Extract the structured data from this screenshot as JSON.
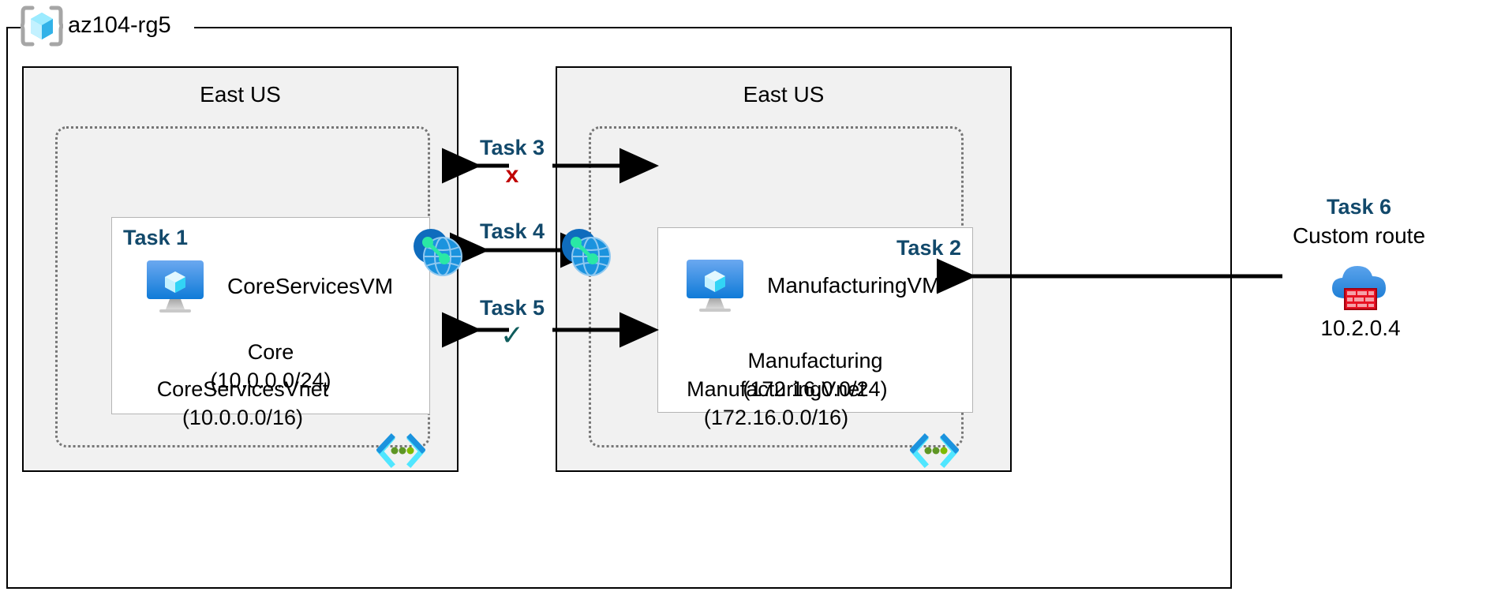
{
  "resource_group": {
    "name": "az104-rg5",
    "icon": "azure-resource-group-icon"
  },
  "regions": [
    {
      "id": "left",
      "label": "East US",
      "vnet": {
        "name": "CoreServicesVnet",
        "address_space": "(10.0.0.0/16)",
        "glyph": "vnet-brackets-icon",
        "subnet": {
          "task_tag": "Task 1",
          "vm_name": "CoreServicesVM",
          "vm_icon": "virtual-machine-icon",
          "name": "Core",
          "address_prefix": "(10.0.0.0/24)"
        }
      }
    },
    {
      "id": "right",
      "label": "East US",
      "vnet": {
        "name": "ManufacturingVnet",
        "address_space": "(172.16.0.0/16)",
        "glyph": "vnet-brackets-icon",
        "subnet": {
          "task_tag": "Task 2",
          "vm_name": "ManufacturingVM",
          "vm_icon": "virtual-machine-icon",
          "name": "Manufacturing",
          "address_prefix": "(172.16.0.0/24)"
        }
      }
    }
  ],
  "peering": {
    "left_icon": "vnet-peering-icon",
    "right_icon": "vnet-peering-icon"
  },
  "connections": [
    {
      "id": "task3",
      "label": "Task 3",
      "mark": "x",
      "mark_type": "cross",
      "mark_color": "#C00000"
    },
    {
      "id": "task4",
      "label": "Task 4",
      "mark": "",
      "mark_type": "none",
      "mark_color": ""
    },
    {
      "id": "task5",
      "label": "Task 5",
      "mark": "✓",
      "mark_type": "check",
      "mark_color": "#0F5C5C"
    }
  ],
  "custom_route": {
    "task_tag": "Task 6",
    "subtitle": "Custom route",
    "icon": "firewall-cloud-icon",
    "ip_address": "10.2.0.4"
  },
  "colors": {
    "task_blue": "#12496B",
    "region_fill": "#f1f1f1",
    "region_border": "#000000",
    "vnet_border": "#767676",
    "subnet_border": "#b4b4b4",
    "cross_red": "#C00000",
    "check_teal": "#0F5C5C",
    "azure_blue": "#0078D4",
    "cyan": "#50E6FF"
  }
}
